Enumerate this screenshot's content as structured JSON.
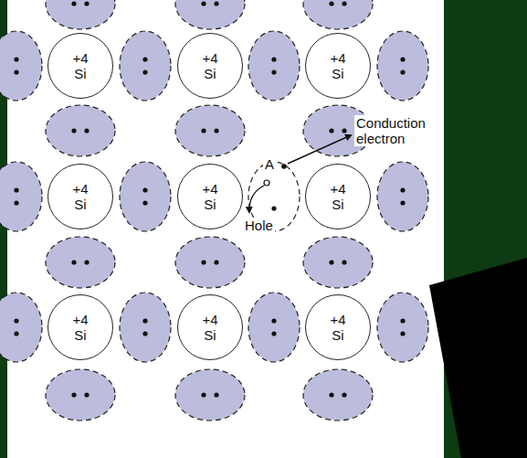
{
  "diagram": {
    "nodes": [
      {
        "text": [
          "+4",
          "Si"
        ]
      },
      {
        "text": [
          "+4",
          "Si"
        ]
      },
      {
        "text": [
          "+4",
          "Si"
        ]
      },
      {
        "text": [
          "+4",
          "Si"
        ]
      },
      {
        "text": [
          "+4",
          "Si"
        ]
      },
      {
        "text": [
          "+4",
          "Si"
        ]
      },
      {
        "text": [
          "+4",
          "Si"
        ]
      },
      {
        "text": [
          "+4",
          "Si"
        ]
      },
      {
        "text": [
          "+4",
          "Si"
        ]
      }
    ],
    "labels": [
      "A",
      "Conduction electron",
      "Hole"
    ]
  }
}
